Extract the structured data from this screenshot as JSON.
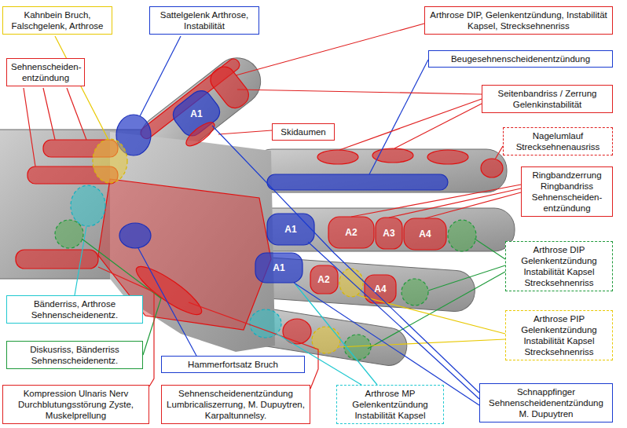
{
  "diagram": {
    "nodes": [
      {
        "text": [
          "Kahnbein Bruch, Falschgelenk, Arthrose"
        ]
      },
      {
        "text": [
          "Sattelgelenk Arthrose, Instabilität"
        ]
      },
      {
        "text": [
          "Arthrose DIP, Gelenkentzündung, Instabilität Kapsel, Strecksehnenriss"
        ]
      },
      {
        "text": [
          "Sehnenscheiden- entzündung"
        ]
      },
      {
        "text": [
          "Beugesehnenscheidenentzündung"
        ]
      },
      {
        "text": [
          "Seitenbandriss / Zerrung Gelenkinstabilität"
        ]
      },
      {
        "text": [
          "Skidaumen"
        ]
      },
      {
        "text": [
          "Nagelumlauf Strecksehnenausriss"
        ]
      },
      {
        "text": [
          "Ringbandzerrung Ringbandriss Sehnenscheiden- entzündung"
        ]
      },
      {
        "text": [
          "Arthrose DIP Gelenkentzündung Instabilität Kapsel Strecksehnenriss"
        ]
      },
      {
        "text": [
          "Bänderriss, Arthrose Sehnenscheidenentz."
        ]
      },
      {
        "text": [
          "Arthrose PIP Gelenkentzündung Instabilität Kapsel Strecksehnenriss"
        ]
      },
      {
        "text": [
          "Diskusriss, Bänderriss Sehnenscheidenentz."
        ]
      },
      {
        "text": [
          "Hammerfortsatz Bruch"
        ]
      },
      {
        "text": [
          "Kompression Ulnaris Nerv Durchblutungsstörung Zyste, Muskelprellung"
        ]
      },
      {
        "text": [
          "Sehnenscheidenentzündung Lumbricaliszerrung, M. Dupuytren, Karpaltunnelsy."
        ]
      },
      {
        "text": [
          "Arthrose MP Gelenkentzündung Instabilität Kapsel"
        ]
      },
      {
        "text": [
          "Schnappfinger Sehnenscheidenentzündung M. Dupuytren"
        ]
      }
    ],
    "labels": [
      "A1",
      "A1",
      "A2",
      "A3",
      "A4",
      "A1",
      "A2",
      "A4"
    ]
  }
}
